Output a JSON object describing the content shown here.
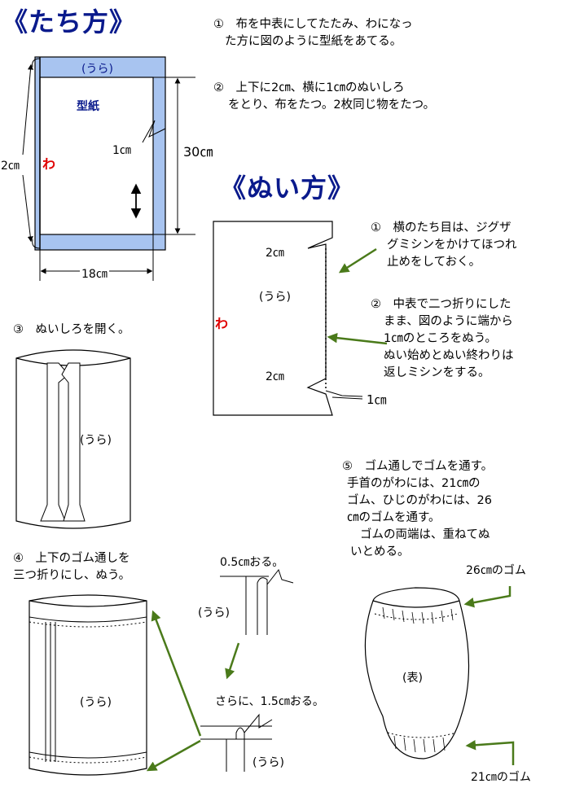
{
  "cutting": {
    "title": "《たち方》",
    "step1_line1": "①　布を中表にしてたたみ、わになっ",
    "step1_line2": "た方に図のように型紙をあてる。",
    "step2_line1": "②　上下に2㎝、横に1㎝のぬいしろ",
    "step2_line2": "をとり、布をたつ。2枚同じ物をたつ。",
    "ura_label": "(うら)",
    "pattern_label": "型紙",
    "fold_label": "わ",
    "seam_top_label": "2㎝",
    "seam_side_label": "1㎝",
    "height_label": "30㎝",
    "width_label": "18㎝"
  },
  "sewing": {
    "title": "《ぬい方》",
    "step1_line1": "①　横のたち目は、ジグザ",
    "step1_line2": "グミシンをかけてほつれ",
    "step1_line3": "止めをしておく。",
    "step2_line1": "②　中表で二つ折りにした",
    "step2_line2": "まま、図のように端から",
    "step2_line3": "1㎝のところをぬう。",
    "step2_line4": "ぬい始めとぬい終わりは",
    "step2_line5": "返しミシンをする。",
    "fold_label": "わ",
    "ura_label": "(うら)",
    "top_label": "2㎝",
    "bottom_label": "2㎝",
    "side_label": "1㎝"
  },
  "step3": {
    "label": "③　ぬいしろを開く。",
    "ura_label": "(うら)"
  },
  "step4": {
    "line1": "④　上下のゴム通しを",
    "line2": "三つ折りにし、ぬう。",
    "ura_label": "(うら)",
    "fold1_label": "0.5㎝おる。",
    "fold1_ura": "(うら)",
    "fold2_label": "さらに、1.5㎝おる。",
    "fold2_ura": "(うら)"
  },
  "step5": {
    "line1": "⑤　ゴム通しでゴムを通す。",
    "line2": "手首のがわには、21㎝の",
    "line3": "ゴム、ひじのがわには、26",
    "line4": "㎝のゴムを通す。",
    "line5": "ゴムの両端は、重ねてぬ",
    "line6": "いとめる。",
    "top_rubber": "26㎝のゴム",
    "bottom_rubber": "21㎝のゴム",
    "front_label": "(表)"
  },
  "colors": {
    "title": "#0a1a8c",
    "fabric_margin": "#a8c4f0",
    "arrow": "#4a7a1a",
    "fold_mark": "#e00000"
  }
}
